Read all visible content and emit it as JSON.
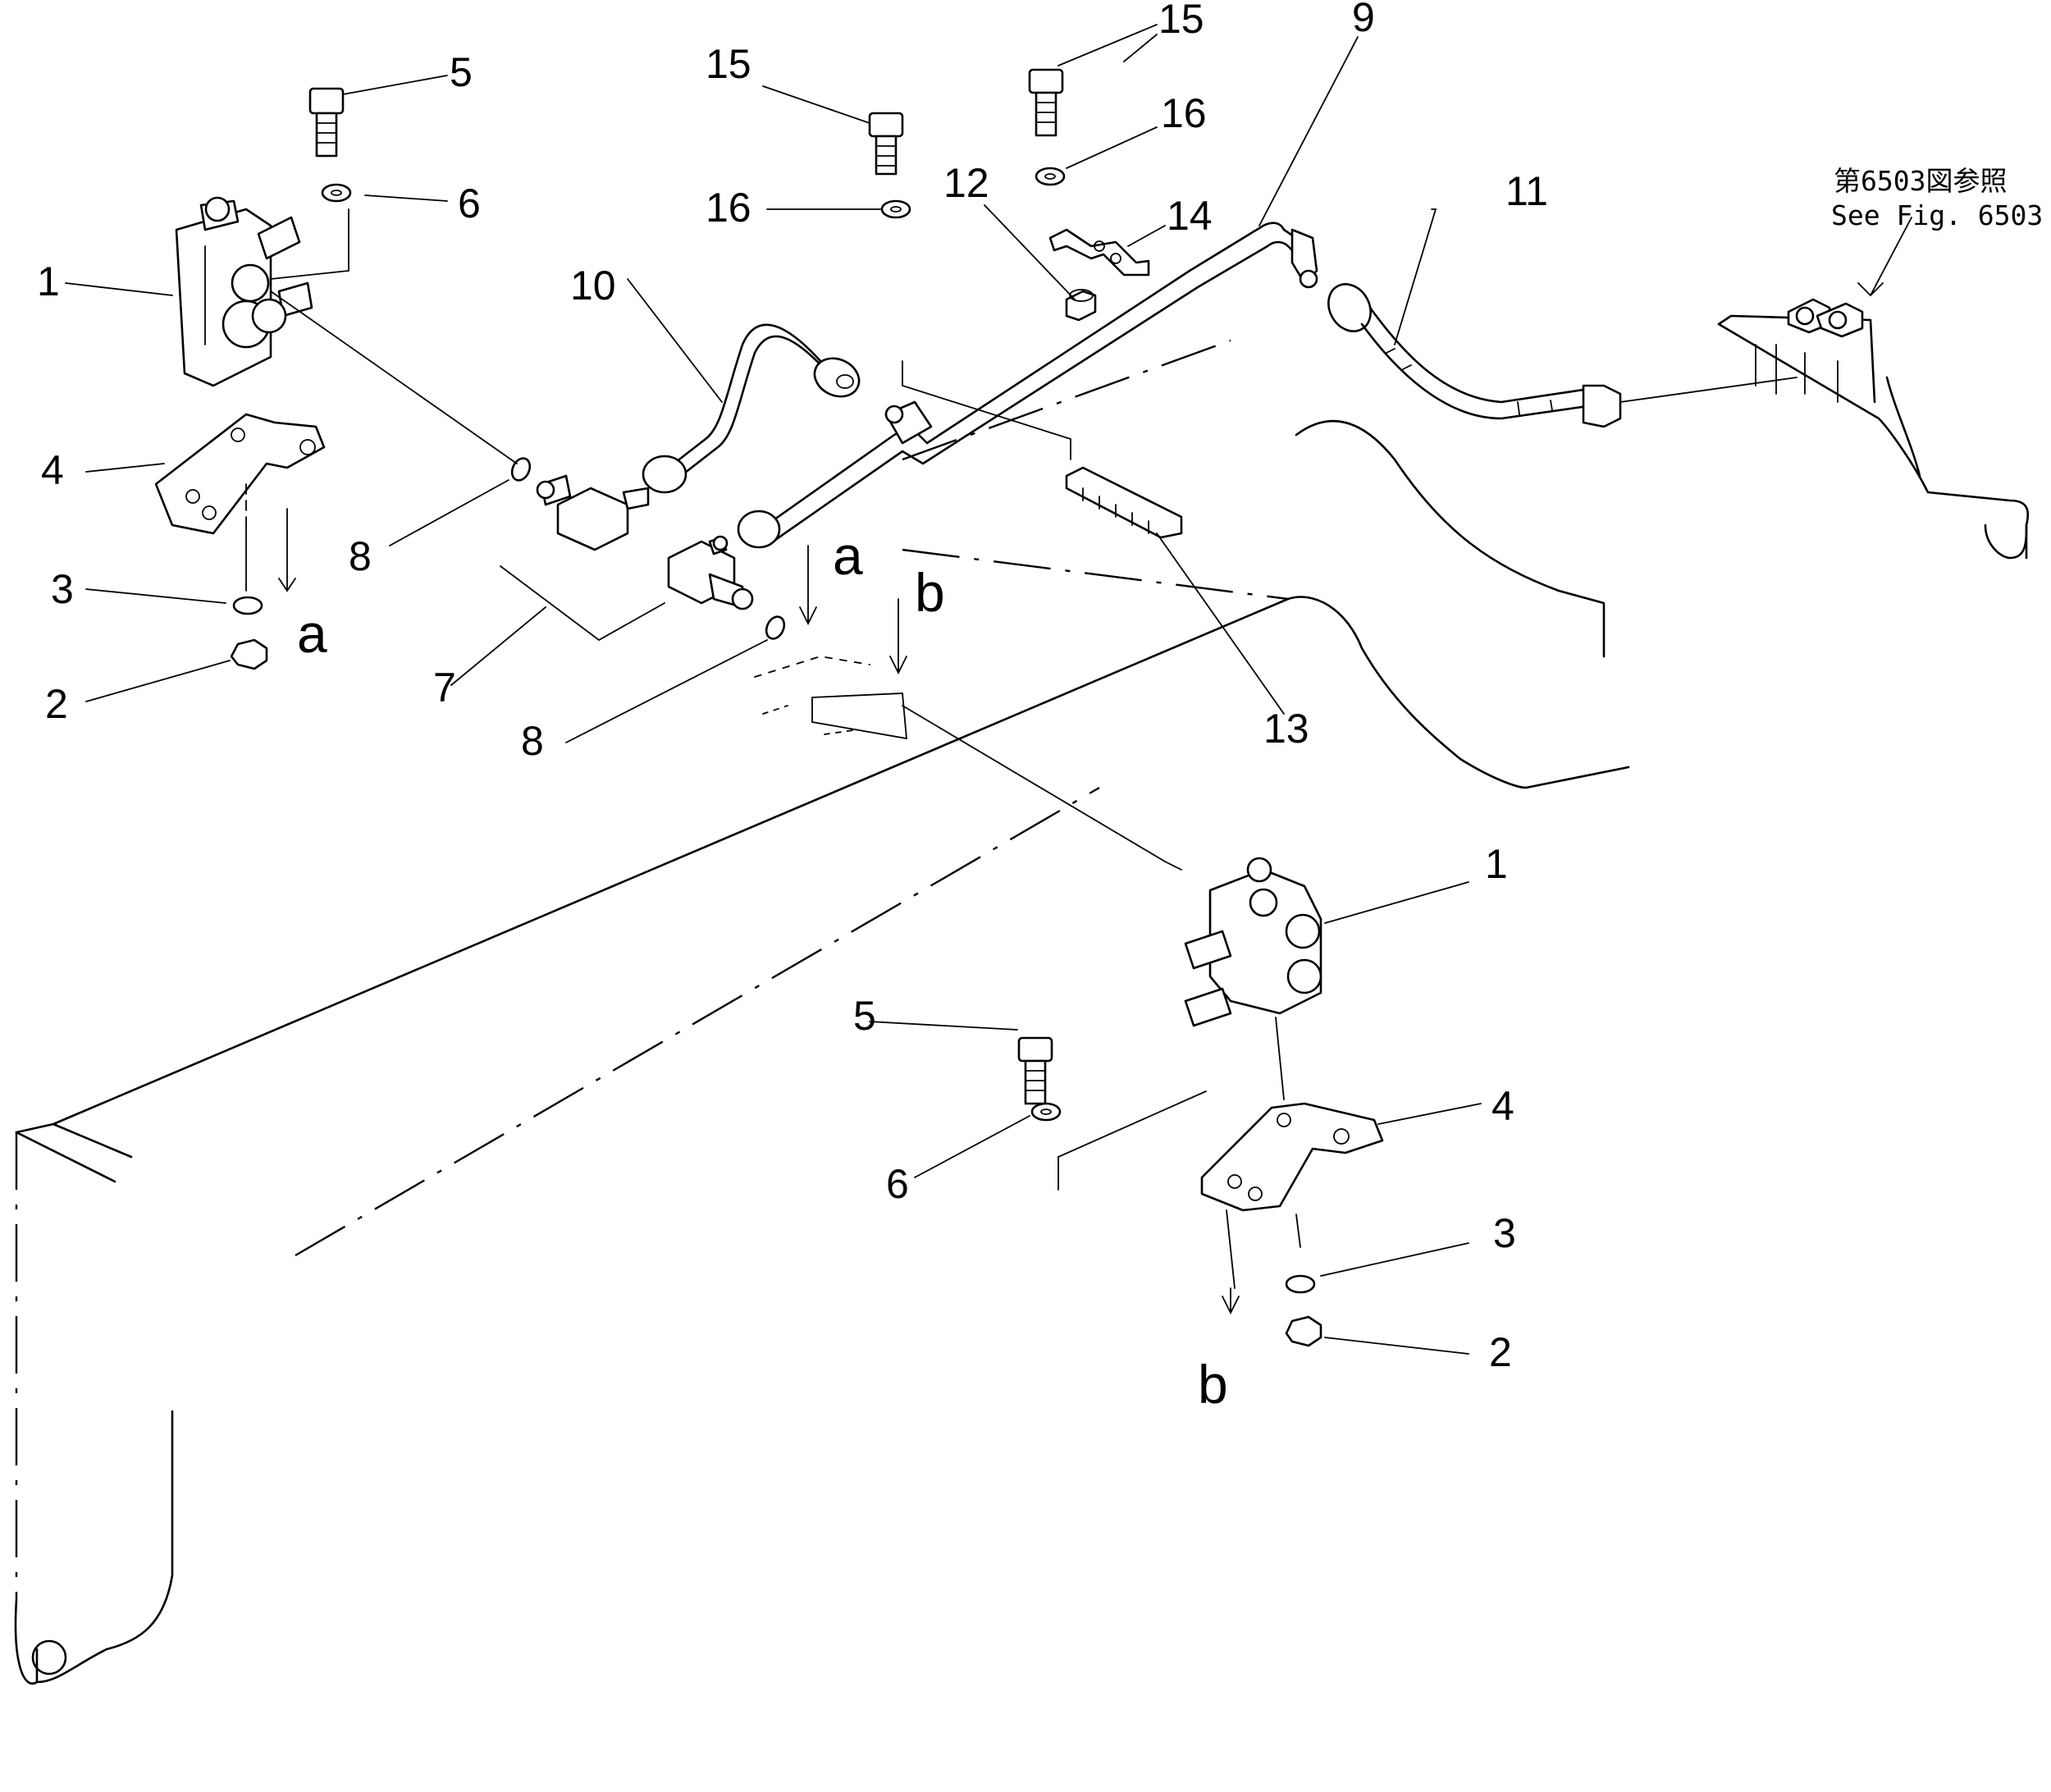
{
  "labels": {
    "p1": "1",
    "p2": "2",
    "p3": "3",
    "p4": "4",
    "p5": "5",
    "p6": "6",
    "p7": "7",
    "p8": "8",
    "p9": "9",
    "p10": "10",
    "p11": "11",
    "p12": "12",
    "p13": "13",
    "p14": "14",
    "p15": "15",
    "p16": "16"
  },
  "markers": {
    "a": "a",
    "b": "b"
  },
  "reference": {
    "jp": "第6503図参照",
    "en": "See  Fig. 6503"
  }
}
